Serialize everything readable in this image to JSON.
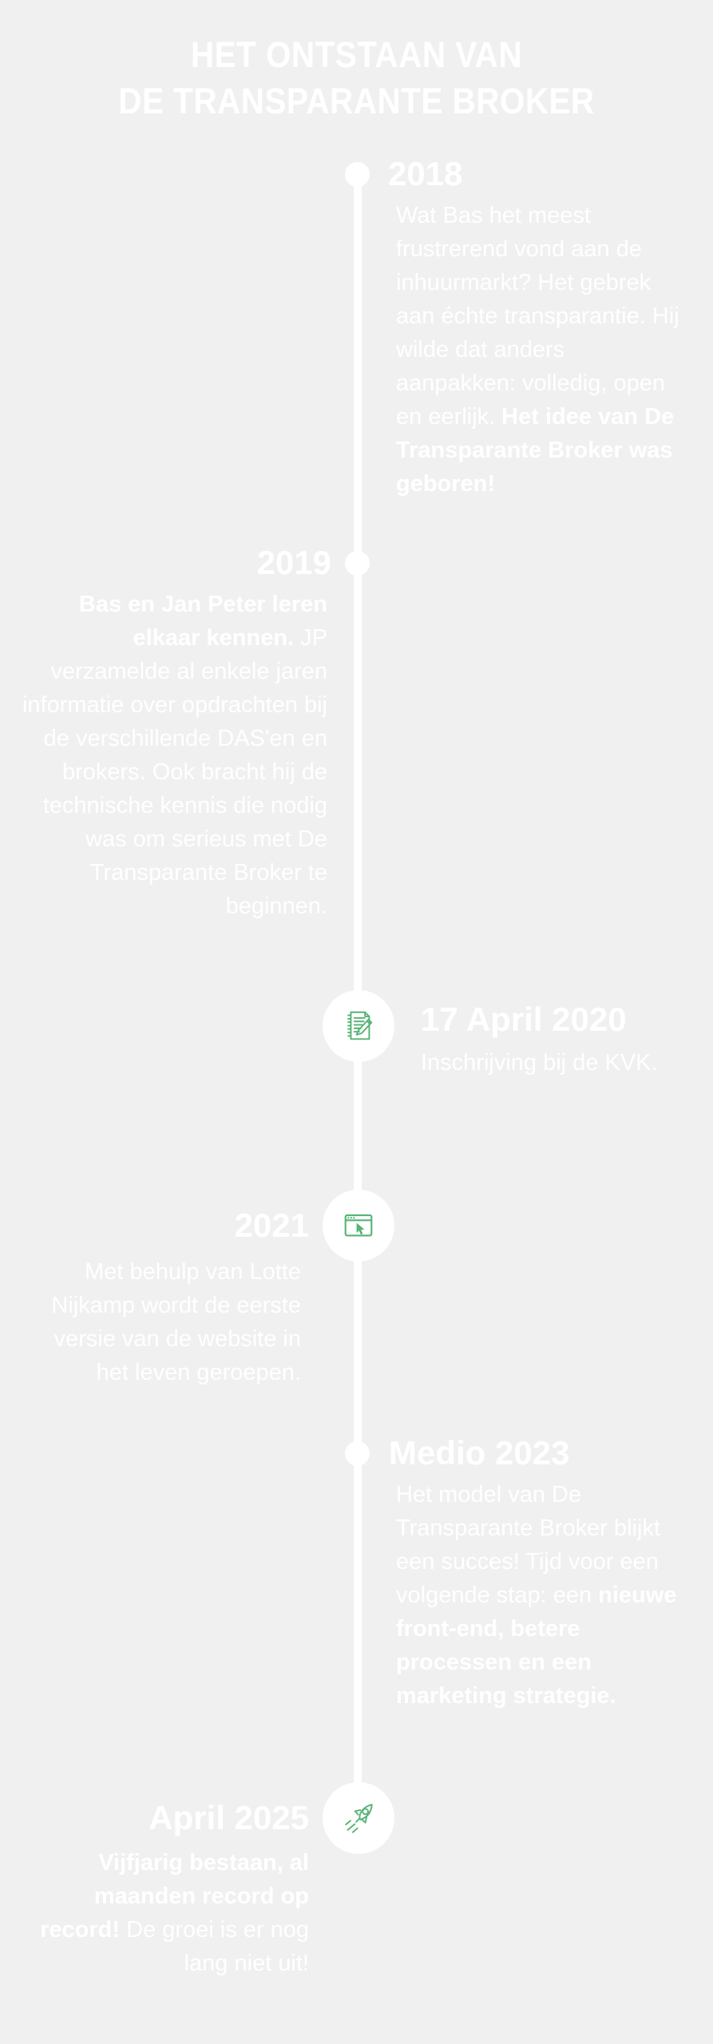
{
  "theme": {
    "background": "#f0f0f1",
    "text_color": "#ffffff",
    "accent_green": "#56b376"
  },
  "header": {
    "title_line1": "HET ONTSTAAN VAN",
    "title_line2": "DE TRANSPARANTE BROKER"
  },
  "timeline": {
    "events": [
      {
        "title": "2018",
        "side": "right",
        "marker": "dot",
        "segments": [
          {
            "text": "Wat Bas het meest frustrerend vond aan de inhuurmarkt? Het gebrek aan échte transparantie. Hij wilde dat anders aanpakken: volledig, open en eerlijk. ",
            "bold": false
          },
          {
            "text": "Het idee van De Transparante Broker was geboren!",
            "bold": true
          }
        ]
      },
      {
        "title": "2019",
        "side": "left",
        "marker": "dot",
        "segments": [
          {
            "text": "Bas en Jan Peter leren elkaar kennen.",
            "bold": true
          },
          {
            "text": " JP verzamelde al enkele jaren informatie over opdrachten bij de verschillende DAS'en en brokers. Ook bracht hij de technische kennis die nodig was om serieus met De Transparante Broker te beginnen.",
            "bold": false
          }
        ]
      },
      {
        "title": "17 April 2020",
        "side": "right",
        "marker": "icon",
        "icon": "notepad-pencil-icon",
        "segments": [
          {
            "text": "Inschrijving bij de KVK.",
            "bold": false
          }
        ]
      },
      {
        "title": "2021",
        "side": "left",
        "marker": "icon",
        "icon": "browser-cursor-icon",
        "segments": [
          {
            "text": "Met behulp van Lotte Nijkamp wordt de eerste versie van de website in het leven geroepen.",
            "bold": false
          }
        ]
      },
      {
        "title": "Medio 2023",
        "side": "right",
        "marker": "dot",
        "segments": [
          {
            "text": "Het model van De Transparante Broker blijkt een succes! Tijd voor een volgende stap: een ",
            "bold": false
          },
          {
            "text": "nieuwe front-end, betere processen en een marketing strategie.",
            "bold": true
          }
        ]
      },
      {
        "title": "April 2025",
        "side": "left",
        "marker": "icon",
        "icon": "rocket-icon",
        "segments": [
          {
            "text": "Vijfjarig bestaan, al maanden record op record!",
            "bold": true
          },
          {
            "text": " De groei is er nog lang niet uit!",
            "bold": false
          }
        ]
      }
    ]
  }
}
